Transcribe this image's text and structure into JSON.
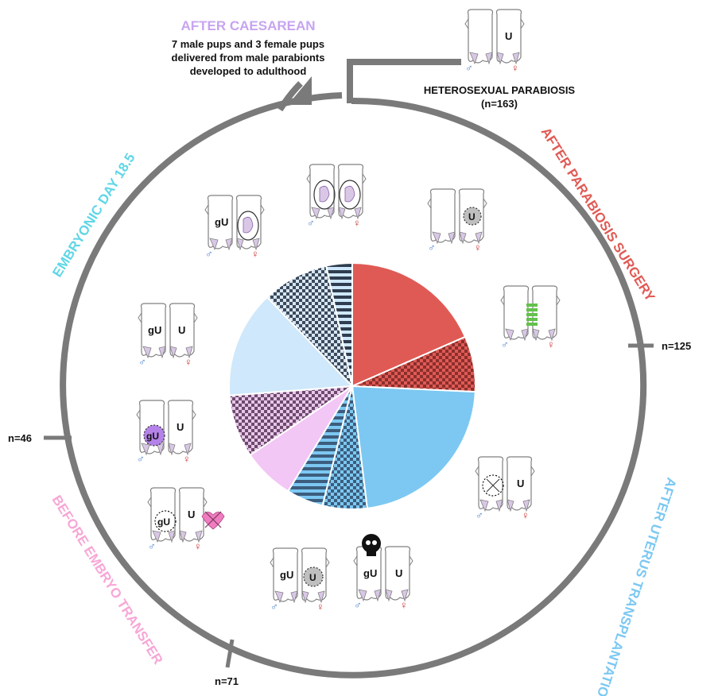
{
  "top": {
    "title": "AFTER CAESAREAN",
    "note_lines": [
      "7 male pups and 3 female pups",
      "delivered from male parabionts",
      "developed to adulthood"
    ]
  },
  "start": {
    "label": "HETEROSEXUAL PARABIOSIS",
    "count": "(n=163)"
  },
  "stages": {
    "after_surgery": "AFTER PARABIOSIS SURGERY",
    "after_transplant": "AFTER UTERUS TRANSPLANTATION",
    "before_transfer": "BEFORE EMBRYO TRANSFER",
    "embryonic_day": "EMBRYONIC DAY 18.5"
  },
  "counts": {
    "n125": "n=125",
    "n71": "n=71",
    "n46": "n=46"
  },
  "symbols": {
    "male": "♂",
    "female": "♀",
    "uterus": "U",
    "graft": "gU"
  },
  "colors": {
    "after_surgery": "#e05a55",
    "after_transplant": "#7cc8f2",
    "before_transfer": "#f7a6d6",
    "embryonic_day": "#5fd6e6",
    "top_title": "#c7a4f0",
    "arrow": "#7a7a7a",
    "mouse_outline": "#808080",
    "mouse_fill": "#d9c7e6",
    "green": "#63c24a",
    "purple_dot": "#b482e8",
    "pink_heart": "#f07cc0",
    "grey_dot": "#bfbfbf",
    "male_symbol": "#4a7fd0",
    "female_symbol": "#c8302c"
  },
  "chart_data": {
    "type": "pie",
    "title": "",
    "slices": [
      {
        "value": 38,
        "color": "#e05a55",
        "pattern": "solid"
      },
      {
        "value": 15,
        "color": "#e05a55",
        "pattern": "check"
      },
      {
        "value": 46,
        "color": "#7cc8f2",
        "pattern": "solid"
      },
      {
        "value": 12,
        "color": "#7cc8f2",
        "pattern": "check"
      },
      {
        "value": 10,
        "color": "#7cc8f2",
        "pattern": "stripe"
      },
      {
        "value": 14,
        "color": "#f2c6f5",
        "pattern": "solid"
      },
      {
        "value": 17,
        "color": "#d9a8d9",
        "pattern": "check"
      },
      {
        "value": 29,
        "color": "#cfe8fb",
        "pattern": "solid"
      },
      {
        "value": 18,
        "color": "#6b7f9a",
        "pattern": "check"
      },
      {
        "value": 7,
        "color": "#6b7f9a",
        "pattern": "stripe"
      }
    ]
  }
}
